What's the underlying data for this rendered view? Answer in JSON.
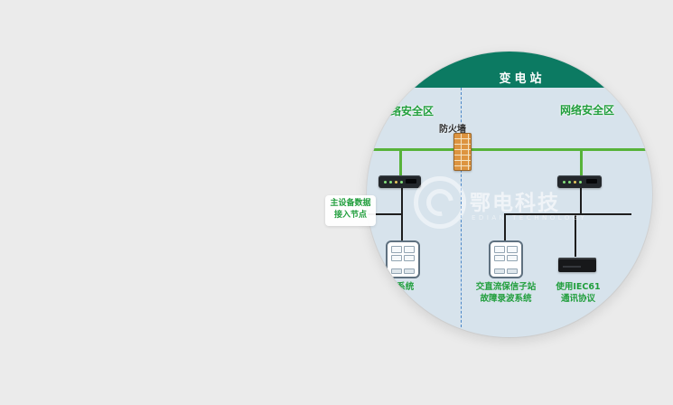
{
  "diagram": {
    "title": "变电站",
    "zone_left": "网络安全区",
    "zone_right": "网络安全区",
    "firewall_label": "防火墙",
    "callout": {
      "line1": "主设备数据",
      "line2": "接入节点"
    },
    "captions": {
      "left": "保系统",
      "middle1": "交直流保信子站",
      "middle2": "故障录波系统",
      "right1": "使用IEC61",
      "right2": "通讯协议"
    },
    "watermark": {
      "cn": "鄂电科技",
      "en": "EDIAN TECHNOLOGY"
    }
  },
  "colors": {
    "page_bg": "#ebebeb",
    "circle_bg": "#d7e3ec",
    "header_bg": "#0c7a62",
    "accent_green": "#57b33a",
    "text_green": "#209e3c",
    "divider_blue": "#4a86c8",
    "line_black": "#1e1e1e"
  }
}
